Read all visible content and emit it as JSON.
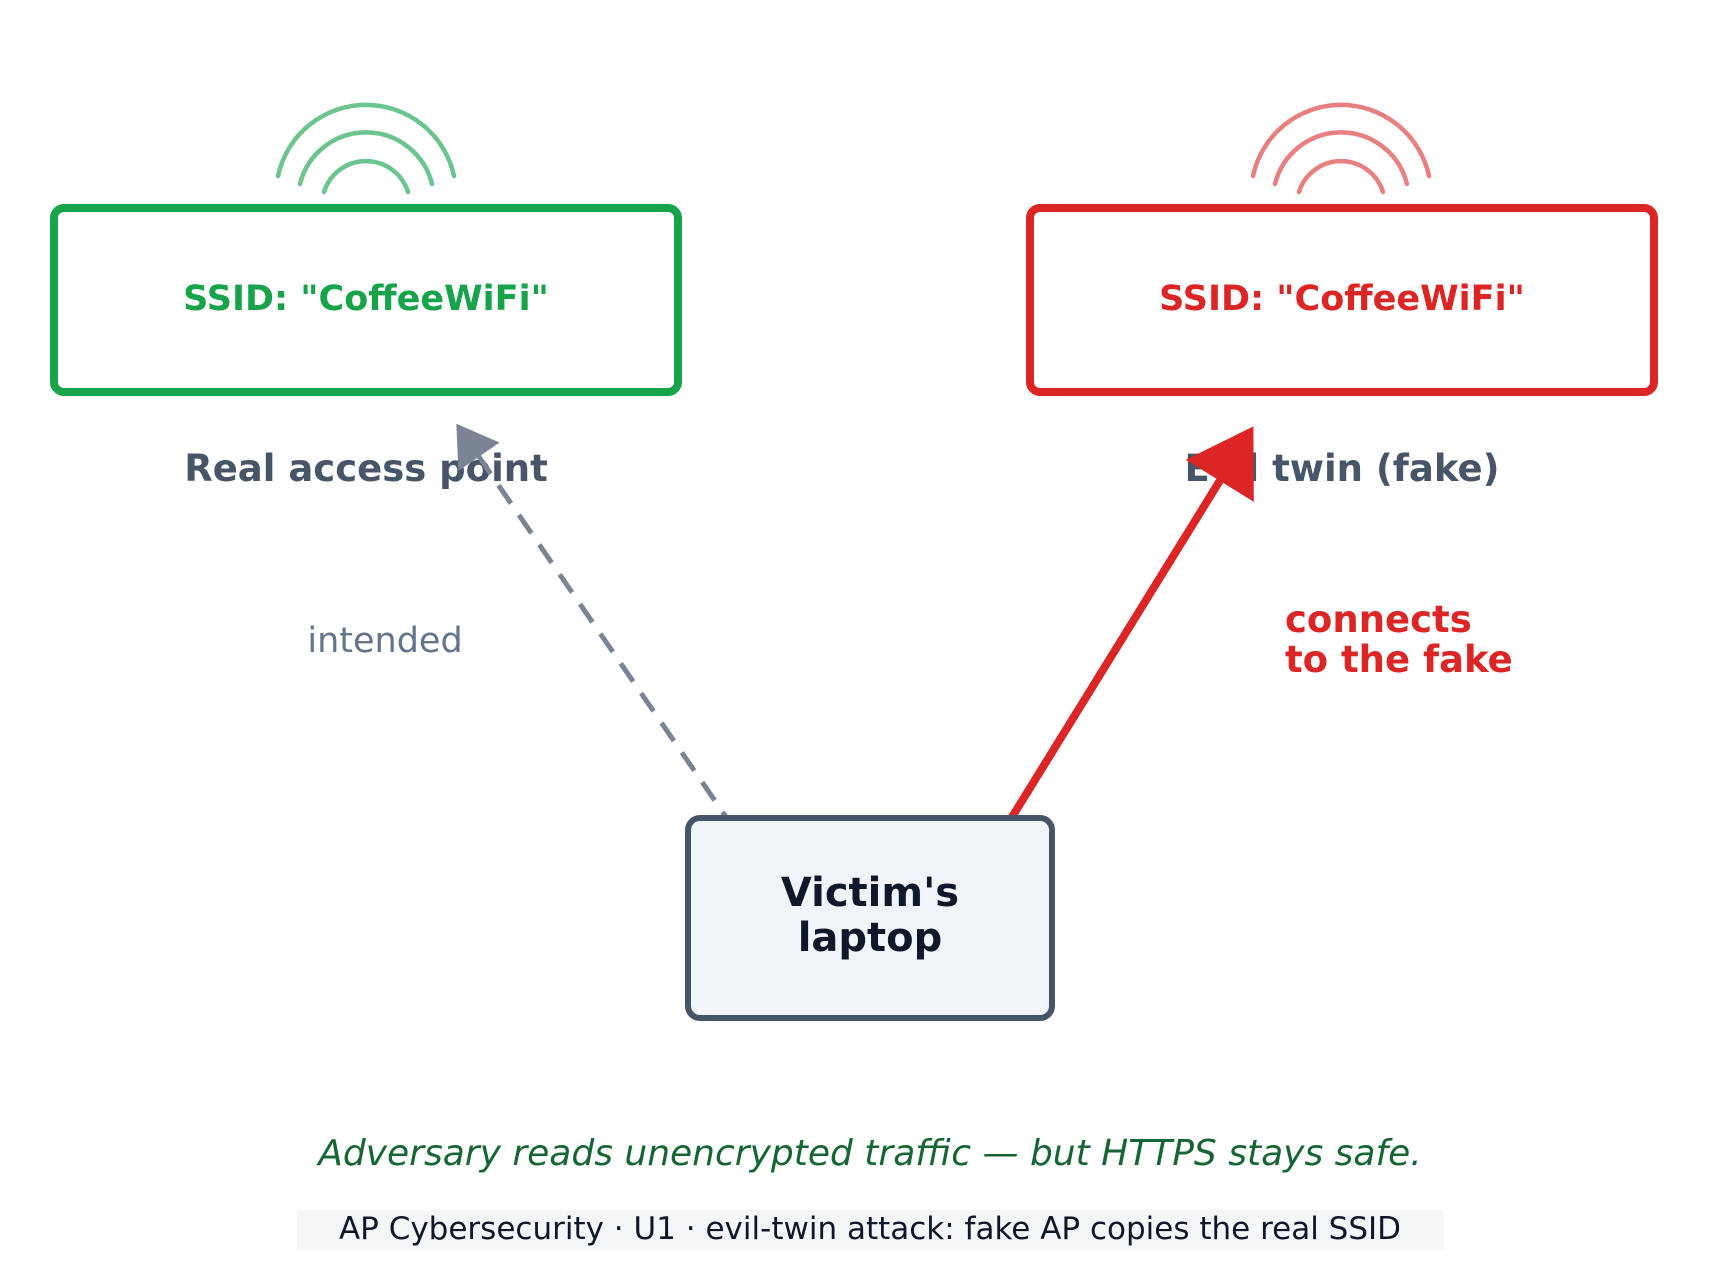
{
  "diagram": {
    "real_ap": {
      "ssid": "SSID: \"CoffeeWiFi\"",
      "label": "Real access point",
      "color": "#16a34a",
      "signal_color": "#6cc58f"
    },
    "evil_ap": {
      "ssid": "SSID: \"CoffeeWiFi\"",
      "label": "Evil twin (fake)",
      "color": "#dc2626",
      "signal_color": "#e98080"
    },
    "laptop": {
      "line1": "Victim's",
      "line2": "laptop",
      "border_color": "#475569",
      "fill_color": "#f1f5f9"
    },
    "intended_label": "intended",
    "connects_line1": "connects",
    "connects_line2": "to the fake",
    "label_color": "#475569",
    "dashed_color": "#7a8494"
  },
  "footer": {
    "takeaway": "Adversary reads unencrypted traffic — but HTTPS stays safe.",
    "caption": "AP Cybersecurity · U1 · evil-twin attack: fake AP copies the real SSID",
    "takeaway_color": "#166534"
  }
}
